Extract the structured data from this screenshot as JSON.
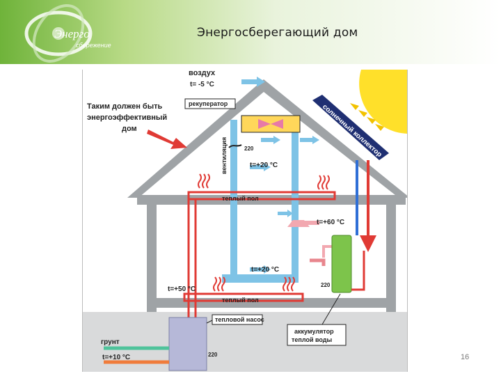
{
  "header": {
    "title": "Энергосберегающий дом",
    "logo_text": "Энерго",
    "logo_sub": "сбережение"
  },
  "diagram": {
    "air_label": "воздух",
    "air_temp": "t= -5 °C",
    "recuperator": "рекуператор",
    "callout_line1": "Таким должен быть",
    "callout_line2": "энергоэффективный",
    "callout_line3": "дом",
    "ventilation": "вентиляция",
    "solar_collector": "солнечный коллектор",
    "power_220": "220",
    "temp_attic": "t=+20 °C",
    "warm_floor": "теплый пол",
    "temp_hot_water": "t=+60 °C",
    "temp_room": "t=+20 °C",
    "temp_floor": "t=+50 °C",
    "heat_pump": "тепловой насос",
    "accumulator_line1": "аккумулятор",
    "accumulator_line2": "теплой воды",
    "ground_label": "грунт",
    "ground_temp": "t=+10 °C"
  },
  "page_number": "16",
  "colors": {
    "house_gray": "#9fa3a6",
    "vent_blue": "#7ec3e6",
    "pipe_red": "#e03a34",
    "pipe_pink": "#f2a8b0",
    "solar_navy": "#1f2f72",
    "sun_yellow": "#ffe02a",
    "tank_green": "#7dc44b"
  }
}
